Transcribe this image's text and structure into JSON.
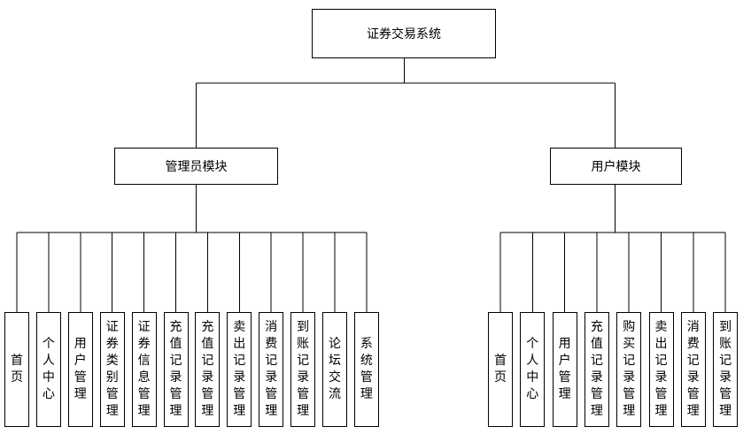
{
  "root": {
    "label": "证券交易系统"
  },
  "admin": {
    "label": "管理员模块",
    "items": [
      "首页",
      "个人中心",
      "用户管理",
      "证券类别管理",
      "证券信息管理",
      "充值记录管理",
      "充值记录管理",
      "卖出记录管理",
      "消费记录管理",
      "到账记录管理",
      "论坛交流",
      "系统管理"
    ]
  },
  "user": {
    "label": "用户模块",
    "items": [
      "首页",
      "个人中心",
      "用户管理",
      "充值记录管理",
      "购买记录管理",
      "卖出记录管理",
      "消费记录管理",
      "到账记录管理"
    ]
  }
}
